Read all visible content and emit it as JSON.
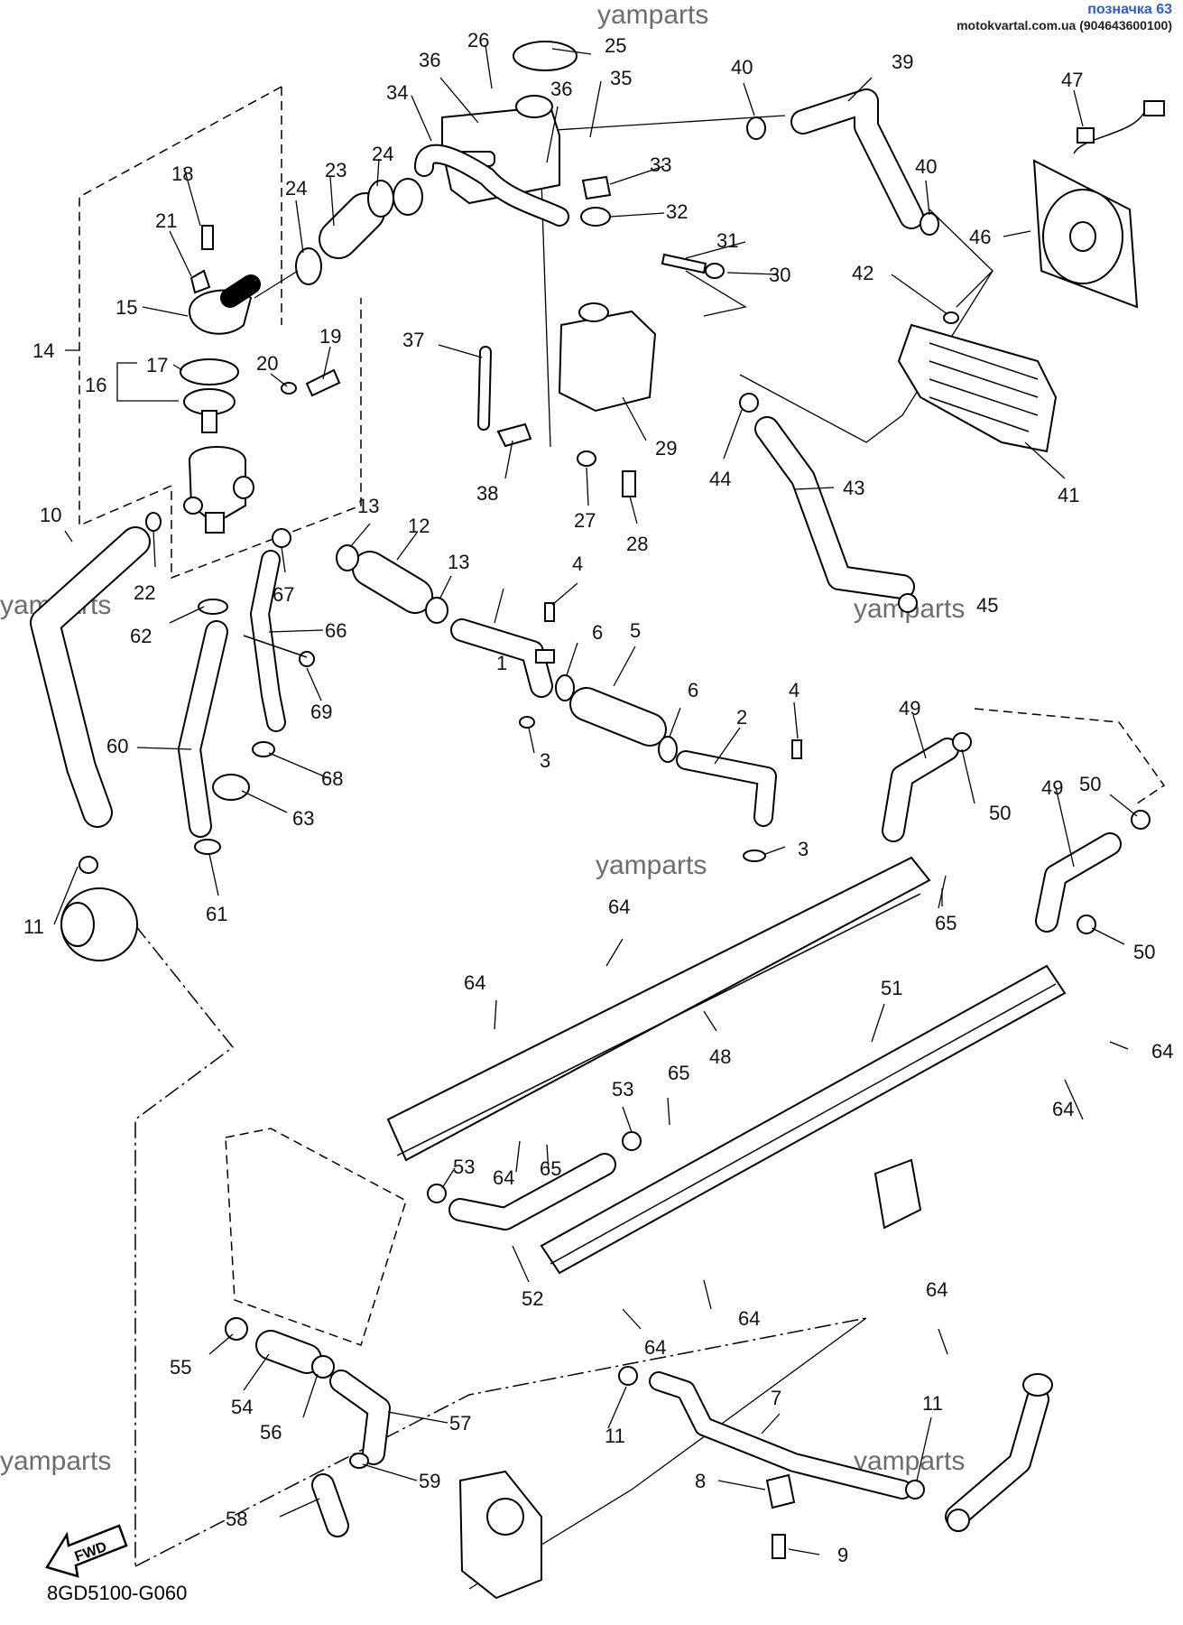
{
  "header": {
    "title": "позначка 63",
    "site": "motokvartal.com.ua (904643600100)"
  },
  "watermark": "yamparts",
  "diagram_code": "8GD5100-G060",
  "fwd_label": "FWD",
  "callouts": [
    {
      "id": "c1",
      "label": "1"
    },
    {
      "id": "c2",
      "label": "2"
    },
    {
      "id": "c3a",
      "label": "3"
    },
    {
      "id": "c3b",
      "label": "3"
    },
    {
      "id": "c4a",
      "label": "4"
    },
    {
      "id": "c4b",
      "label": "4"
    },
    {
      "id": "c5",
      "label": "5"
    },
    {
      "id": "c6a",
      "label": "6"
    },
    {
      "id": "c6b",
      "label": "6"
    },
    {
      "id": "c7",
      "label": "7"
    },
    {
      "id": "c8",
      "label": "8"
    },
    {
      "id": "c9",
      "label": "9"
    },
    {
      "id": "c10",
      "label": "10"
    },
    {
      "id": "c11a",
      "label": "11"
    },
    {
      "id": "c11b",
      "label": "11"
    },
    {
      "id": "c11c",
      "label": "11"
    },
    {
      "id": "c12",
      "label": "12"
    },
    {
      "id": "c13a",
      "label": "13"
    },
    {
      "id": "c13b",
      "label": "13"
    },
    {
      "id": "c14",
      "label": "14"
    },
    {
      "id": "c15",
      "label": "15"
    },
    {
      "id": "c16",
      "label": "16"
    },
    {
      "id": "c17",
      "label": "17"
    },
    {
      "id": "c18",
      "label": "18"
    },
    {
      "id": "c19",
      "label": "19"
    },
    {
      "id": "c20",
      "label": "20"
    },
    {
      "id": "c21",
      "label": "21"
    },
    {
      "id": "c22",
      "label": "22"
    },
    {
      "id": "c23",
      "label": "23"
    },
    {
      "id": "c24a",
      "label": "24"
    },
    {
      "id": "c24b",
      "label": "24"
    },
    {
      "id": "c25",
      "label": "25"
    },
    {
      "id": "c26",
      "label": "26"
    },
    {
      "id": "c27",
      "label": "27"
    },
    {
      "id": "c28",
      "label": "28"
    },
    {
      "id": "c29",
      "label": "29"
    },
    {
      "id": "c30",
      "label": "30"
    },
    {
      "id": "c31",
      "label": "31"
    },
    {
      "id": "c32",
      "label": "32"
    },
    {
      "id": "c33",
      "label": "33"
    },
    {
      "id": "c34",
      "label": "34"
    },
    {
      "id": "c35",
      "label": "35"
    },
    {
      "id": "c36a",
      "label": "36"
    },
    {
      "id": "c36b",
      "label": "36"
    },
    {
      "id": "c37",
      "label": "37"
    },
    {
      "id": "c38",
      "label": "38"
    },
    {
      "id": "c39",
      "label": "39"
    },
    {
      "id": "c40a",
      "label": "40"
    },
    {
      "id": "c40b",
      "label": "40"
    },
    {
      "id": "c41",
      "label": "41"
    },
    {
      "id": "c42",
      "label": "42"
    },
    {
      "id": "c43",
      "label": "43"
    },
    {
      "id": "c44",
      "label": "44"
    },
    {
      "id": "c45",
      "label": "45"
    },
    {
      "id": "c46",
      "label": "46"
    },
    {
      "id": "c47",
      "label": "47"
    },
    {
      "id": "c48",
      "label": "48"
    },
    {
      "id": "c49a",
      "label": "49"
    },
    {
      "id": "c49b",
      "label": "49"
    },
    {
      "id": "c50a",
      "label": "50"
    },
    {
      "id": "c50b",
      "label": "50"
    },
    {
      "id": "c50c",
      "label": "50"
    },
    {
      "id": "c51",
      "label": "51"
    },
    {
      "id": "c52",
      "label": "52"
    },
    {
      "id": "c53a",
      "label": "53"
    },
    {
      "id": "c53b",
      "label": "53"
    },
    {
      "id": "c54",
      "label": "54"
    },
    {
      "id": "c55",
      "label": "55"
    },
    {
      "id": "c56",
      "label": "56"
    },
    {
      "id": "c57",
      "label": "57"
    },
    {
      "id": "c58",
      "label": "58"
    },
    {
      "id": "c59",
      "label": "59"
    },
    {
      "id": "c60",
      "label": "60"
    },
    {
      "id": "c61",
      "label": "61"
    },
    {
      "id": "c62",
      "label": "62"
    },
    {
      "id": "c63",
      "label": "63"
    },
    {
      "id": "c64a",
      "label": "64"
    },
    {
      "id": "c64b",
      "label": "64"
    },
    {
      "id": "c64c",
      "label": "64"
    },
    {
      "id": "c64d",
      "label": "64"
    },
    {
      "id": "c64e",
      "label": "64"
    },
    {
      "id": "c64f",
      "label": "64"
    },
    {
      "id": "c64g",
      "label": "64"
    },
    {
      "id": "c64h",
      "label": "64"
    },
    {
      "id": "c65a",
      "label": "65"
    },
    {
      "id": "c65b",
      "label": "65"
    },
    {
      "id": "c65c",
      "label": "65"
    },
    {
      "id": "c66",
      "label": "66"
    },
    {
      "id": "c67",
      "label": "67"
    },
    {
      "id": "c68",
      "label": "68"
    },
    {
      "id": "c69",
      "label": "69"
    }
  ]
}
